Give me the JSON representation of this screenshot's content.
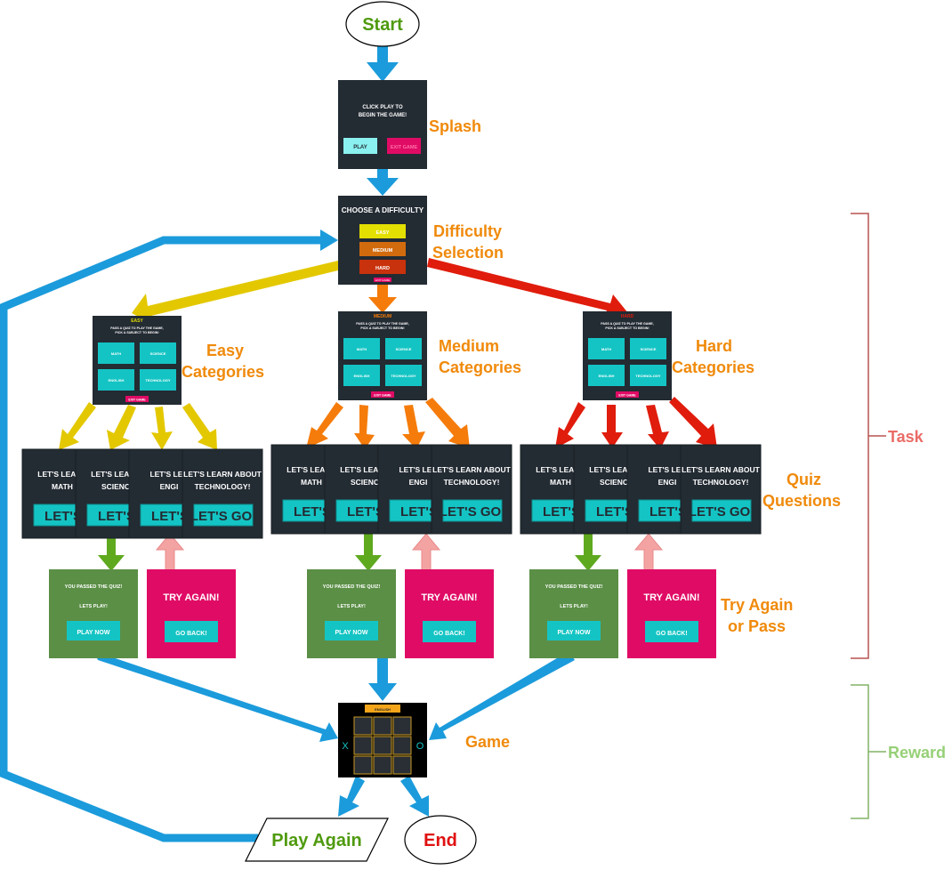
{
  "colors": {
    "flow_arrow": "#1b9bdb",
    "easy": "#e3c800",
    "medium": "#f57c0b",
    "hard": "#e01c0c",
    "pass_arrow": "#5fa91f",
    "retry_arrow": "#f4a3a3",
    "label_orange": "#f08a0b",
    "start_green": "#4f9a0e",
    "end_red": "#e01010",
    "task_bracket": "#b85450",
    "task_text": "#ea6b66",
    "reward_bracket": "#82b366",
    "reward_text": "#97d077",
    "screen_bg": "#232b33",
    "cyan": "#14c4c4",
    "pink": "#e00b65",
    "pass_green": "#5b8f46"
  },
  "terminals": {
    "start": "Start",
    "end": "End",
    "play_again": "Play Again"
  },
  "labels": {
    "splash": "Splash",
    "difficulty_1": "Difficulty",
    "difficulty_2": "Selection",
    "easy_1": "Easy",
    "easy_2": "Categories",
    "medium_1": "Medium",
    "medium_2": "Categories",
    "hard_1": "Hard",
    "hard_2": "Categories",
    "quiz_1": "Quiz",
    "quiz_2": "Questions",
    "try_1": "Try Again",
    "try_2": "or Pass",
    "game": "Game"
  },
  "brackets": {
    "task": "Task",
    "reward": "Reward"
  },
  "splash_screen": {
    "line1": "CLICK PLAY TO",
    "line2": "BEGIN THE GAME!",
    "play": "PLAY",
    "exit": "EXIT GAME"
  },
  "difficulty_screen": {
    "title": "CHOOSE A DIFFICULTY",
    "easy": "EASY",
    "medium": "MEDIUM",
    "hard": "HARD",
    "exit": "EXIT GAME"
  },
  "category_screens": {
    "headers": [
      "EASY",
      "MEDIUM",
      "HARD"
    ],
    "line1": "PASS A QUIZ TO PLAY THE GAME,",
    "line2": "PICK A SUBJECT TO BEGIN!",
    "math": "MATH",
    "science": "SCIENCE",
    "english": "ENGLISH",
    "technology": "TECHNOLOGY",
    "exit": "EXIT GAME"
  },
  "quiz_screens": {
    "card1": "LET'S LEARN",
    "card1_b": "MATH",
    "card2": "LET'S LEARN",
    "card2_b": "SCIENC",
    "card3": "LET'S LEA",
    "card3_b": "ENGI",
    "card4": "LET'S LEARN ABOUT",
    "card4_b": "TECHNOLOGY!",
    "btn_full": "LET'S GO!",
    "btn_crop": "LET'S",
    "btn_crop2": "LET'S"
  },
  "pass_screen": {
    "line1": "YOU PASSED THE QUIZ!",
    "line2": "LETS PLAY!",
    "button": "PLAY NOW"
  },
  "fail_screen": {
    "title": "TRY AGAIN!",
    "button": "GO BACK!"
  },
  "game_screen": {
    "banner": "ENGLISH",
    "x": "X",
    "o": "O"
  }
}
